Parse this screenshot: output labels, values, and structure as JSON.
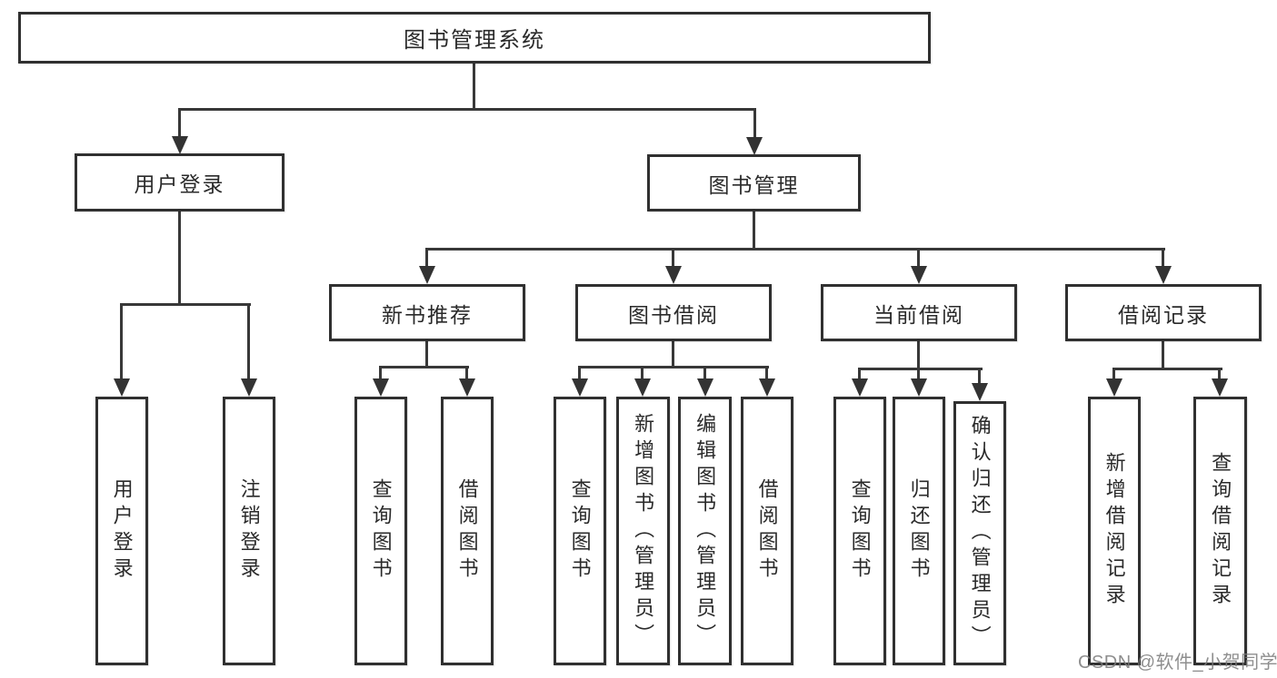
{
  "diagram": {
    "root": {
      "label": "图书管理系统"
    },
    "level2": [
      {
        "label": "用户登录",
        "parent": "图书管理系统"
      },
      {
        "label": "图书管理",
        "parent": "图书管理系统"
      }
    ],
    "level3": [
      {
        "label": "新书推荐",
        "parent": "图书管理"
      },
      {
        "label": "图书借阅",
        "parent": "图书管理"
      },
      {
        "label": "当前借阅",
        "parent": "图书管理"
      },
      {
        "label": "借阅记录",
        "parent": "图书管理"
      }
    ],
    "leaves": [
      {
        "label": "用户登录",
        "parent": "用户登录"
      },
      {
        "label": "注销登录",
        "parent": "用户登录"
      },
      {
        "label": "查询图书",
        "parent": "新书推荐"
      },
      {
        "label": "借阅图书",
        "parent": "新书推荐"
      },
      {
        "label": "查询图书",
        "parent": "图书借阅"
      },
      {
        "label": "新增图书（管理员）",
        "parent": "图书借阅"
      },
      {
        "label": "编辑图书（管理员）",
        "parent": "图书借阅"
      },
      {
        "label": "借阅图书",
        "parent": "图书借阅"
      },
      {
        "label": "查询图书",
        "parent": "当前借阅"
      },
      {
        "label": "归还图书",
        "parent": "当前借阅"
      },
      {
        "label": "确认归还（管理员）",
        "parent": "当前借阅"
      },
      {
        "label": "新增借阅记录",
        "parent": "借阅记录"
      },
      {
        "label": "查询借阅记录",
        "parent": "借阅记录"
      }
    ]
  },
  "watermark": {
    "text": "CSDN @软件_小贺同学"
  },
  "colors": {
    "line": "#383838",
    "box_border": "#303030",
    "text": "#2a2a2a",
    "watermark": "#7a7a7a",
    "background": "#ffffff"
  }
}
